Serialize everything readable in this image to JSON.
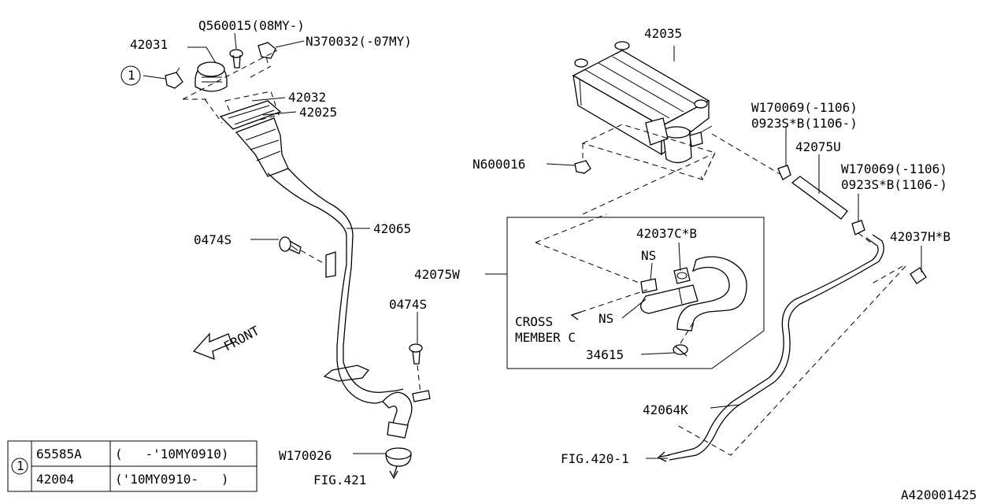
{
  "callouts": {
    "c42031": "42031",
    "cQ560015": "Q560015(08MY-)",
    "cN370032": "N370032(-07MY)",
    "c42032": "42032",
    "c42025": "42025",
    "c42065": "42065",
    "c0474S_1": "0474S",
    "c0474S_2": "0474S",
    "cFront": "FRONT",
    "cW170026": "W170026",
    "cFig421": "FIG.421",
    "c42035": "42035",
    "cW170069_a": "W170069(-1106)",
    "c0923S_a": "0923S*B(1106-)",
    "c42075U": "42075U",
    "cW170069_b": "W170069(-1106)",
    "c0923S_b": "0923S*B(1106-)",
    "c42037H": "42037H*B",
    "cN600016": "N600016",
    "c42037C": "42037C*B",
    "cNS1": "NS",
    "cNS2": "NS",
    "c42075W": "42075W",
    "cCross1": "CROSS",
    "cCross2": "MEMBER C",
    "c34615": "34615",
    "c42064K": "42064K",
    "cFig420": "FIG.420-1",
    "circleRef": "1"
  },
  "table": {
    "ref": "1",
    "rows": [
      {
        "part": "65585A",
        "range": "(   -'10MY0910)"
      },
      {
        "part": "42004",
        "range": "('10MY0910-   )"
      }
    ]
  },
  "diagram_id": "A420001425"
}
